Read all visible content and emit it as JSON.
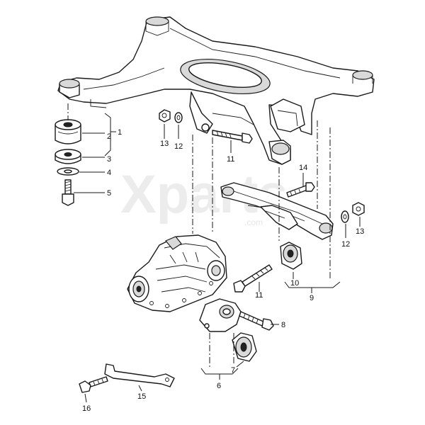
{
  "watermark": {
    "brand": "Xparts",
    "sub": ".com"
  },
  "callouts": {
    "c1": "1",
    "c2": "2",
    "c3": "3",
    "c4": "4",
    "c5": "5",
    "c6": "6",
    "c7": "7",
    "c8": "8",
    "c9": "9",
    "c10": "10",
    "c11a": "11",
    "c11b": "11",
    "c12a": "12",
    "c12b": "12",
    "c13a": "13",
    "c13b": "13",
    "c14": "14",
    "c15": "15",
    "c16": "16"
  }
}
